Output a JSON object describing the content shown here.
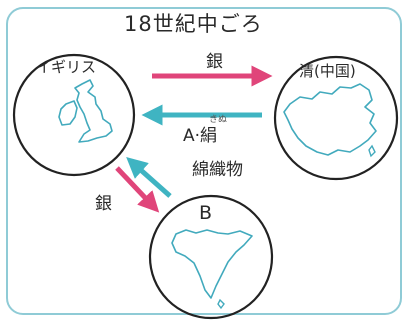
{
  "title": "18世紀中ごろ",
  "nodes": {
    "britain": "イギリス",
    "qing": "清(中国)",
    "b": "B"
  },
  "arrows": {
    "silver_to_qing": "銀",
    "a_silk": "A·絹",
    "silk_ruby": "きぬ",
    "cotton_textiles": "綿織物",
    "silver_to_b": "銀"
  },
  "colors": {
    "pink_arrow": "#e0457a",
    "teal_arrow": "#3fb4c2",
    "frame": "#8fcbd6",
    "map_outline": "#42aabd"
  }
}
